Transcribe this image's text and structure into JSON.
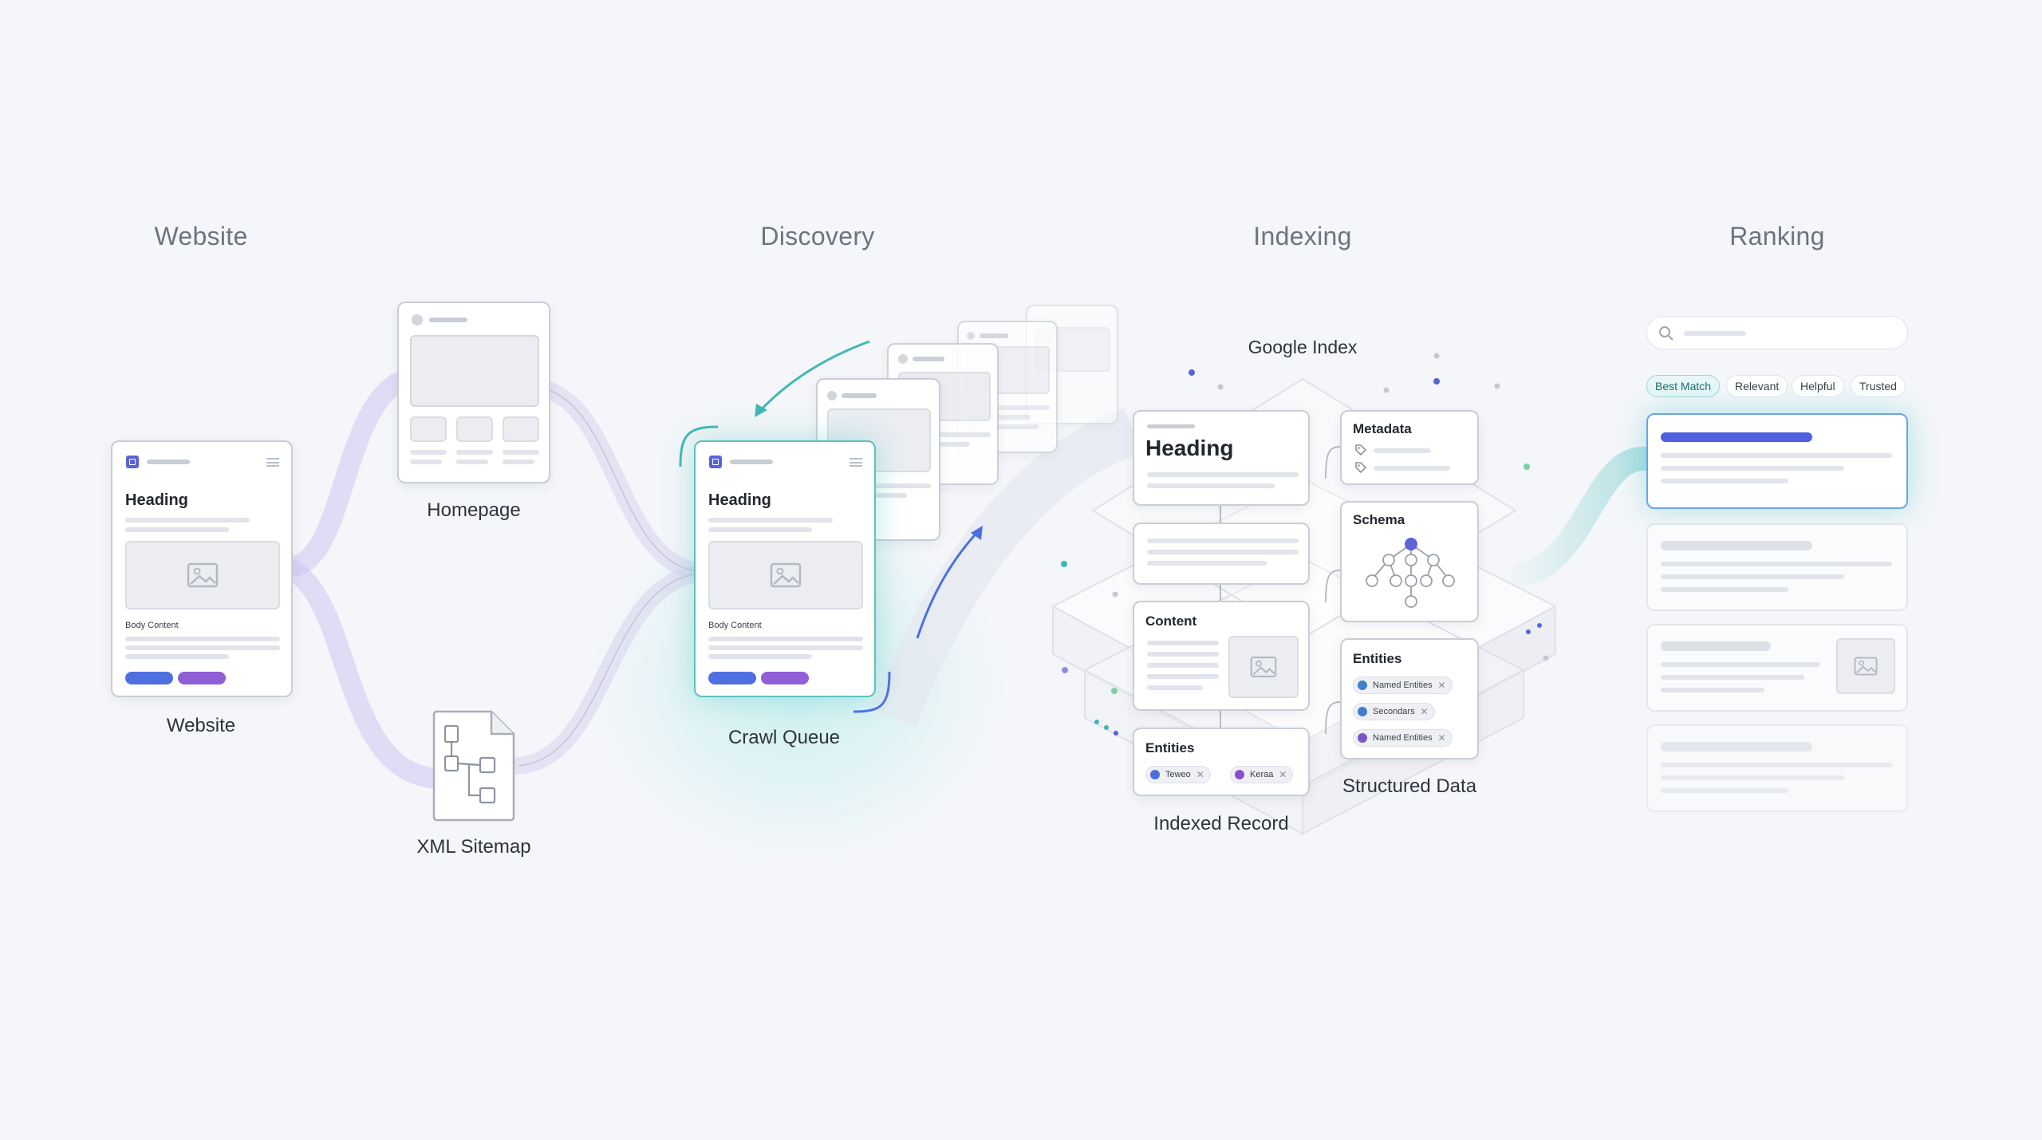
{
  "stages": {
    "website": "Website",
    "discovery": "Discovery",
    "indexing": "Indexing",
    "ranking": "Ranking"
  },
  "website_card": {
    "heading": "Heading",
    "body_label": "Body Content",
    "caption": "Website"
  },
  "homepage": {
    "caption": "Homepage"
  },
  "sitemap": {
    "caption": "XML Sitemap"
  },
  "crawl_queue": {
    "heading": "Heading",
    "body_label": "Body Content",
    "caption": "Crawl Queue"
  },
  "google_index": {
    "title": "Google Index",
    "indexed_record": {
      "heading": "Heading",
      "content_title": "Content",
      "entities_title": "Entities",
      "entities": [
        {
          "label": "Teweo",
          "color": "#4a6fd8"
        },
        {
          "label": "Keraa",
          "color": "#8a4fcf"
        }
      ],
      "caption": "Indexed Record"
    },
    "structured_data": {
      "metadata_title": "Metadata",
      "schema_title": "Schema",
      "entities_title": "Entities",
      "entities": [
        {
          "label": "Named Entities",
          "color": "#3f7fce"
        },
        {
          "label": "Secondars",
          "color": "#3f7fce"
        },
        {
          "label": "Named Entities",
          "color": "#7a55c8"
        }
      ],
      "caption": "Structured Data"
    }
  },
  "ranking": {
    "filters": [
      "Best Match",
      "Relevant",
      "Helpful",
      "Trusted"
    ],
    "active_filter": "Best Match",
    "icons": {
      "search": "search-icon",
      "image": "image-icon"
    }
  },
  "colors": {
    "accent_teal": "#3fb8b4",
    "accent_blue": "#4f6fe0",
    "accent_purple": "#8f5fd6",
    "flow_lilac": "#cfc6f2"
  }
}
